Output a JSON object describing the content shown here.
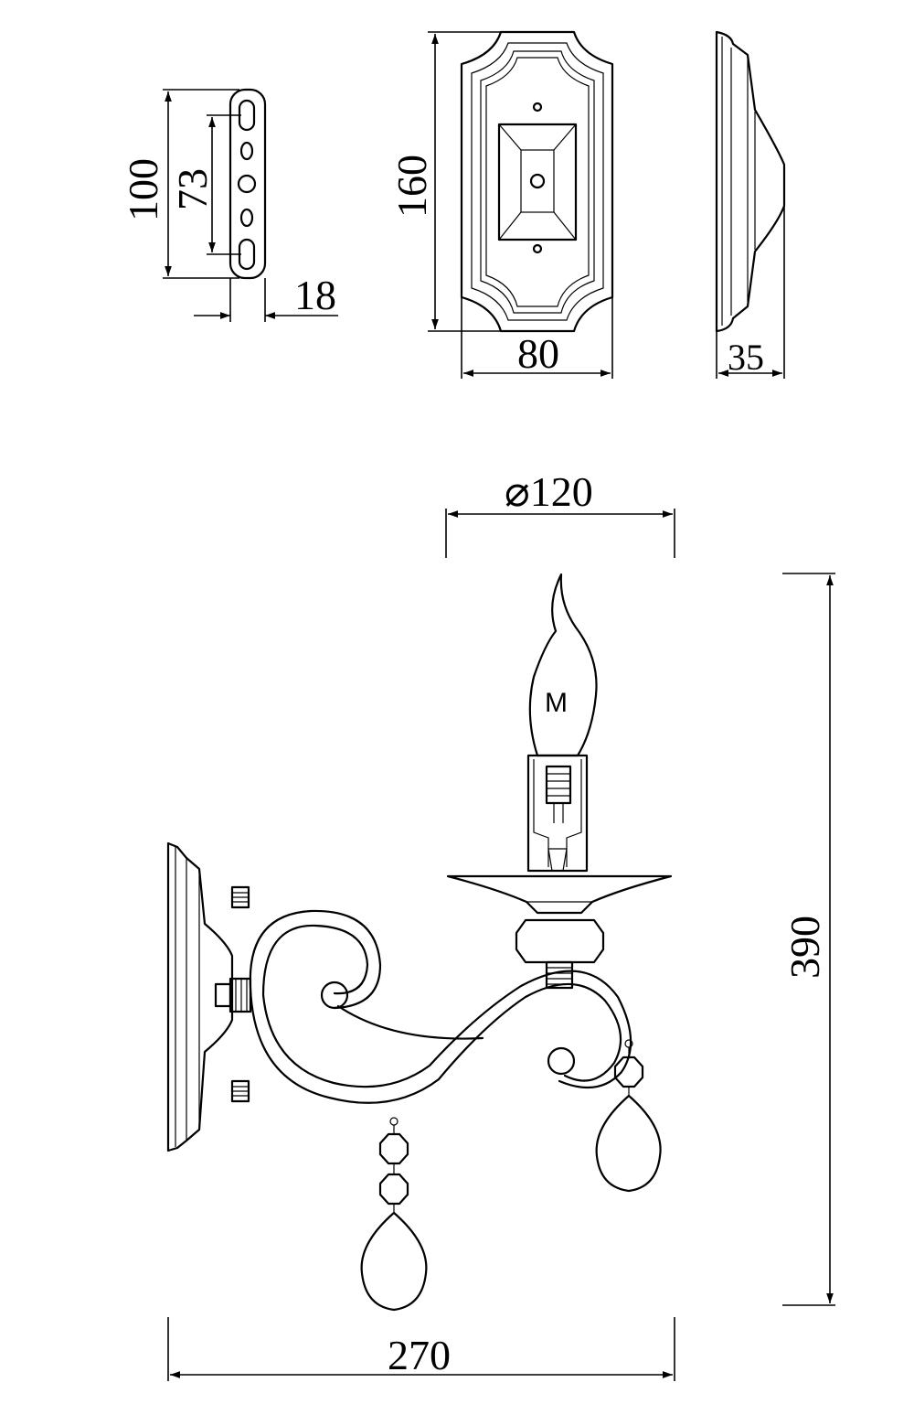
{
  "dimensions": {
    "bracket_height": "100",
    "bracket_hole_spacing": "73",
    "bracket_depth": "18",
    "plate_height": "160",
    "plate_width": "80",
    "plate_depth": "35",
    "shade_diameter": "⌀120",
    "total_height": "390",
    "total_width": "270"
  },
  "bulb_marking": "M",
  "colors": {
    "line": "#000000",
    "background": "#ffffff"
  }
}
